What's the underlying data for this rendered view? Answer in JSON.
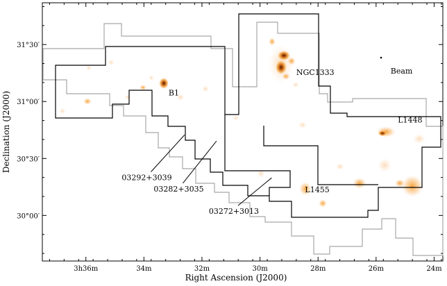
{
  "chart_data": {
    "type": "map",
    "xlabel": "Right Ascension (J2000)",
    "ylabel": "Declination (J2000)",
    "xlim_min": [
      37.5,
      23.7
    ],
    "ylim_arcmin": [
      -12,
      56
    ],
    "x_ticks": [
      {
        "value": 36,
        "label": "3h36m"
      },
      {
        "value": 34,
        "label": "34m"
      },
      {
        "value": 32,
        "label": "32m"
      },
      {
        "value": 30,
        "label": "30m"
      },
      {
        "value": 28,
        "label": "28m"
      },
      {
        "value": 26,
        "label": "26m"
      },
      {
        "value": 24,
        "label": "24m"
      }
    ],
    "y_ticks": [
      {
        "value": 0,
        "label": "30°00′"
      },
      {
        "value": 15,
        "label": "30°30′"
      },
      {
        "value": 30,
        "label": "31°00′"
      },
      {
        "value": 45,
        "label": "31°30′"
      }
    ],
    "region_labels": [
      {
        "text": "NGC1333",
        "ra": 28.75,
        "dec": 37.0
      },
      {
        "text": "B1",
        "ra": 33.15,
        "dec": 31.6
      },
      {
        "text": "L1448",
        "ra": 25.25,
        "dec": 24.5
      },
      {
        "text": "L1455",
        "ra": 28.45,
        "dec": 6.1
      },
      {
        "text": "Beam",
        "ra": 25.5,
        "dec": 37.4
      }
    ],
    "source_labels": [
      {
        "text": "03292+3039",
        "ra": 33.9,
        "dec": 9.3,
        "line_to": {
          "ra": 32.6,
          "dec": 21.2
        }
      },
      {
        "text": "03282+3035",
        "ra": 32.8,
        "dec": 6.3,
        "line_to": {
          "ra": 31.5,
          "dec": 19.6
        }
      },
      {
        "text": "03272+3013",
        "ra": 30.9,
        "dec": 0.4,
        "line_to": {
          "ra": 29.6,
          "dec": 9.9
        }
      }
    ],
    "emission_colors": [
      "#fde8d6",
      "#fbc98f",
      "#f5a030",
      "#e07a10",
      "#6b2a00"
    ]
  }
}
